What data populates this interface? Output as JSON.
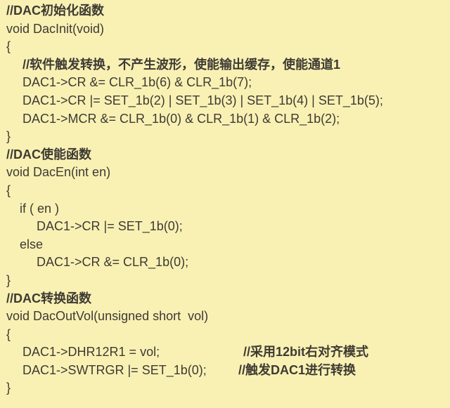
{
  "code": {
    "lines": [
      "//DAC初始化函数",
      "void DacInit(void)",
      "{",
      "//软件触发转换，不产生波形，使能输出缓存，使能通道1",
      "DAC1->CR &= CLR_1b(6) & CLR_1b(7);",
      "DAC1->CR |= SET_1b(2) | SET_1b(3) | SET_1b(4) | SET_1b(5);",
      "DAC1->MCR &= CLR_1b(0) & CLR_1b(1) & CLR_1b(2);",
      "}",
      "//DAC使能函数",
      "void DacEn(int en)",
      "{",
      "if ( en )",
      "DAC1->CR |= SET_1b(0);",
      "else",
      "DAC1->CR &= CLR_1b(0);",
      "}",
      "//DAC转换函数",
      "void DacOutVol(unsigned short  vol)",
      "{",
      "DAC1->DHR12R1 = vol;",
      "DAC1->SWTRGR |= SET_1b(0);",
      "}"
    ],
    "trailing_comments": {
      "19": "//采用12bit右对齐模式",
      "20": "//触发DAC1进行转换"
    }
  }
}
